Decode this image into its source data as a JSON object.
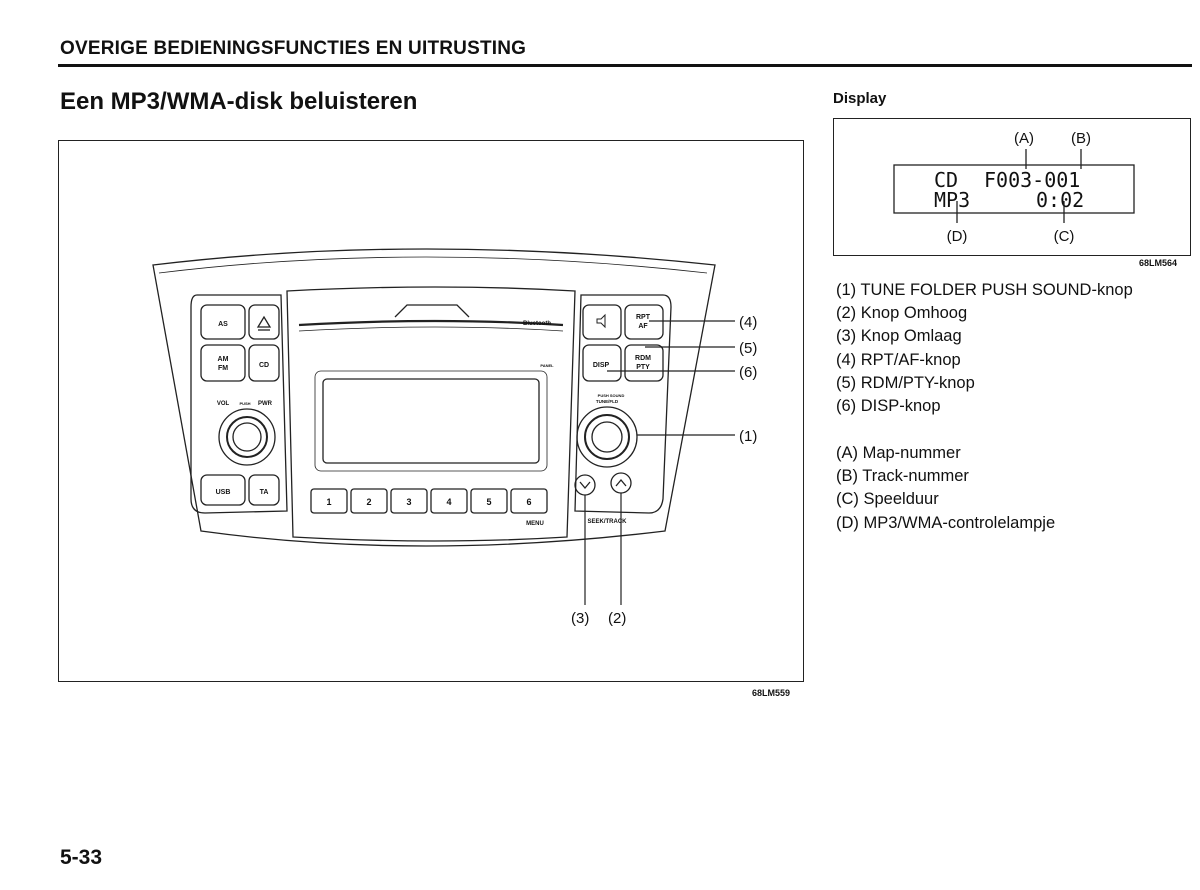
{
  "header": {
    "title": "OVERIGE BEDIENINGSFUNCTIES EN UITRUSTING"
  },
  "section": {
    "title": "Een MP3/WMA-disk beluisteren"
  },
  "figure": {
    "code": "68LM559",
    "buttons": {
      "as": "AS",
      "am": "AM",
      "fm": "FM",
      "cd": "CD",
      "vol": "VOL",
      "push": "PUSH",
      "pwr": "PWR",
      "usb": "USB",
      "ta": "TA",
      "bluetooth": "Bluetooth",
      "panel": "PANEL",
      "rpt": "RPT",
      "af": "AF",
      "rdm": "RDM",
      "pty": "PTY",
      "disp": "DISP",
      "tune_line1": "PUSH SOUND",
      "tune_line2": "TUNE/FLD",
      "menu": "MENU",
      "seek": "SEEK/TRACK",
      "presets": [
        "1",
        "2",
        "3",
        "4",
        "5",
        "6"
      ]
    },
    "callouts": {
      "c1": "(1)",
      "c2": "(2)",
      "c3": "(3)",
      "c4": "(4)",
      "c5": "(5)",
      "c6": "(6)"
    }
  },
  "display": {
    "heading": "Display",
    "code": "68LM564",
    "line1_left": "CD",
    "line1_right": "F003-001",
    "line2_left": "MP3",
    "line2_right": "0:02",
    "labels": {
      "a": "(A)",
      "b": "(B)",
      "c": "(C)",
      "d": "(D)"
    }
  },
  "legend_numbers": [
    "(1) TUNE FOLDER PUSH SOUND-knop",
    "(2) Knop Omhoog",
    "(3) Knop Omlaag",
    "(4) RPT/AF-knop",
    "(5) RDM/PTY-knop",
    "(6) DISP-knop"
  ],
  "legend_letters": [
    "(A) Map-nummer",
    "(B) Track-nummer",
    "(C) Speelduur",
    "(D) MP3/WMA-controlelampje"
  ],
  "page_number": "5-33"
}
